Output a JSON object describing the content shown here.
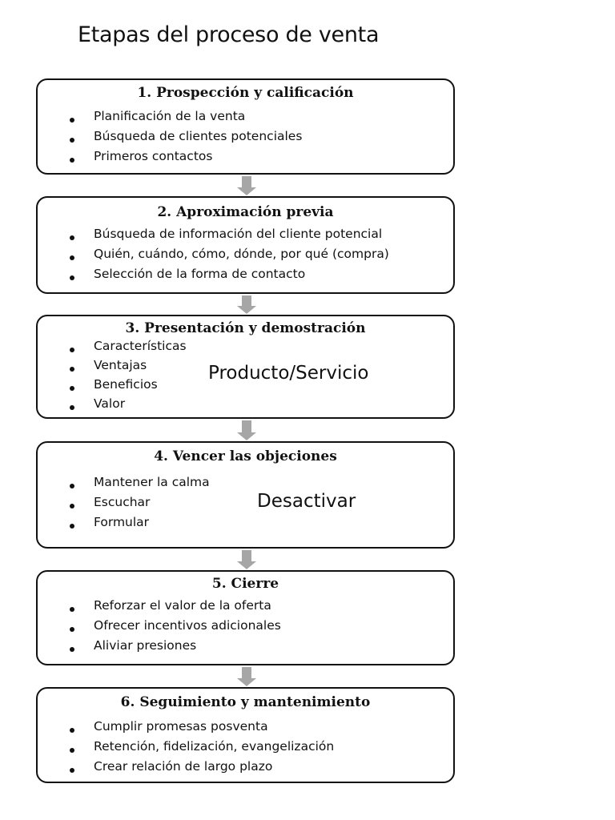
{
  "title": "Etapas del proceso de venta",
  "stages": [
    {
      "heading": "1. Prospección y calificación",
      "items": [
        "Planificación de la venta",
        "Búsqueda de clientes potenciales",
        "Primeros contactos"
      ]
    },
    {
      "heading": "2. Aproximación previa",
      "items": [
        "Búsqueda de información del cliente potencial",
        "Quién, cuándo, cómo, dónde, por qué (compra)",
        "Selección de la forma de contacto"
      ]
    },
    {
      "heading": "3. Presentación y demostración",
      "items": [
        "Características",
        "Ventajas",
        "Beneficios",
        "Valor"
      ],
      "side_label": "Producto/Servicio"
    },
    {
      "heading": "4. Vencer las objeciones",
      "items": [
        "Mantener la calma",
        "Escuchar",
        "Formular"
      ],
      "side_label": "Desactivar"
    },
    {
      "heading": "5. Cierre",
      "items": [
        "Reforzar el valor de la oferta",
        "Ofrecer incentivos adicionales",
        "Aliviar presiones"
      ]
    },
    {
      "heading": "6. Seguimiento y mantenimiento",
      "items": [
        "Cumplir promesas posventa",
        "Retención, fidelización, evangelización",
        "Crear relación de largo plazo"
      ]
    }
  ],
  "arrow_color": "#a6a6a6"
}
